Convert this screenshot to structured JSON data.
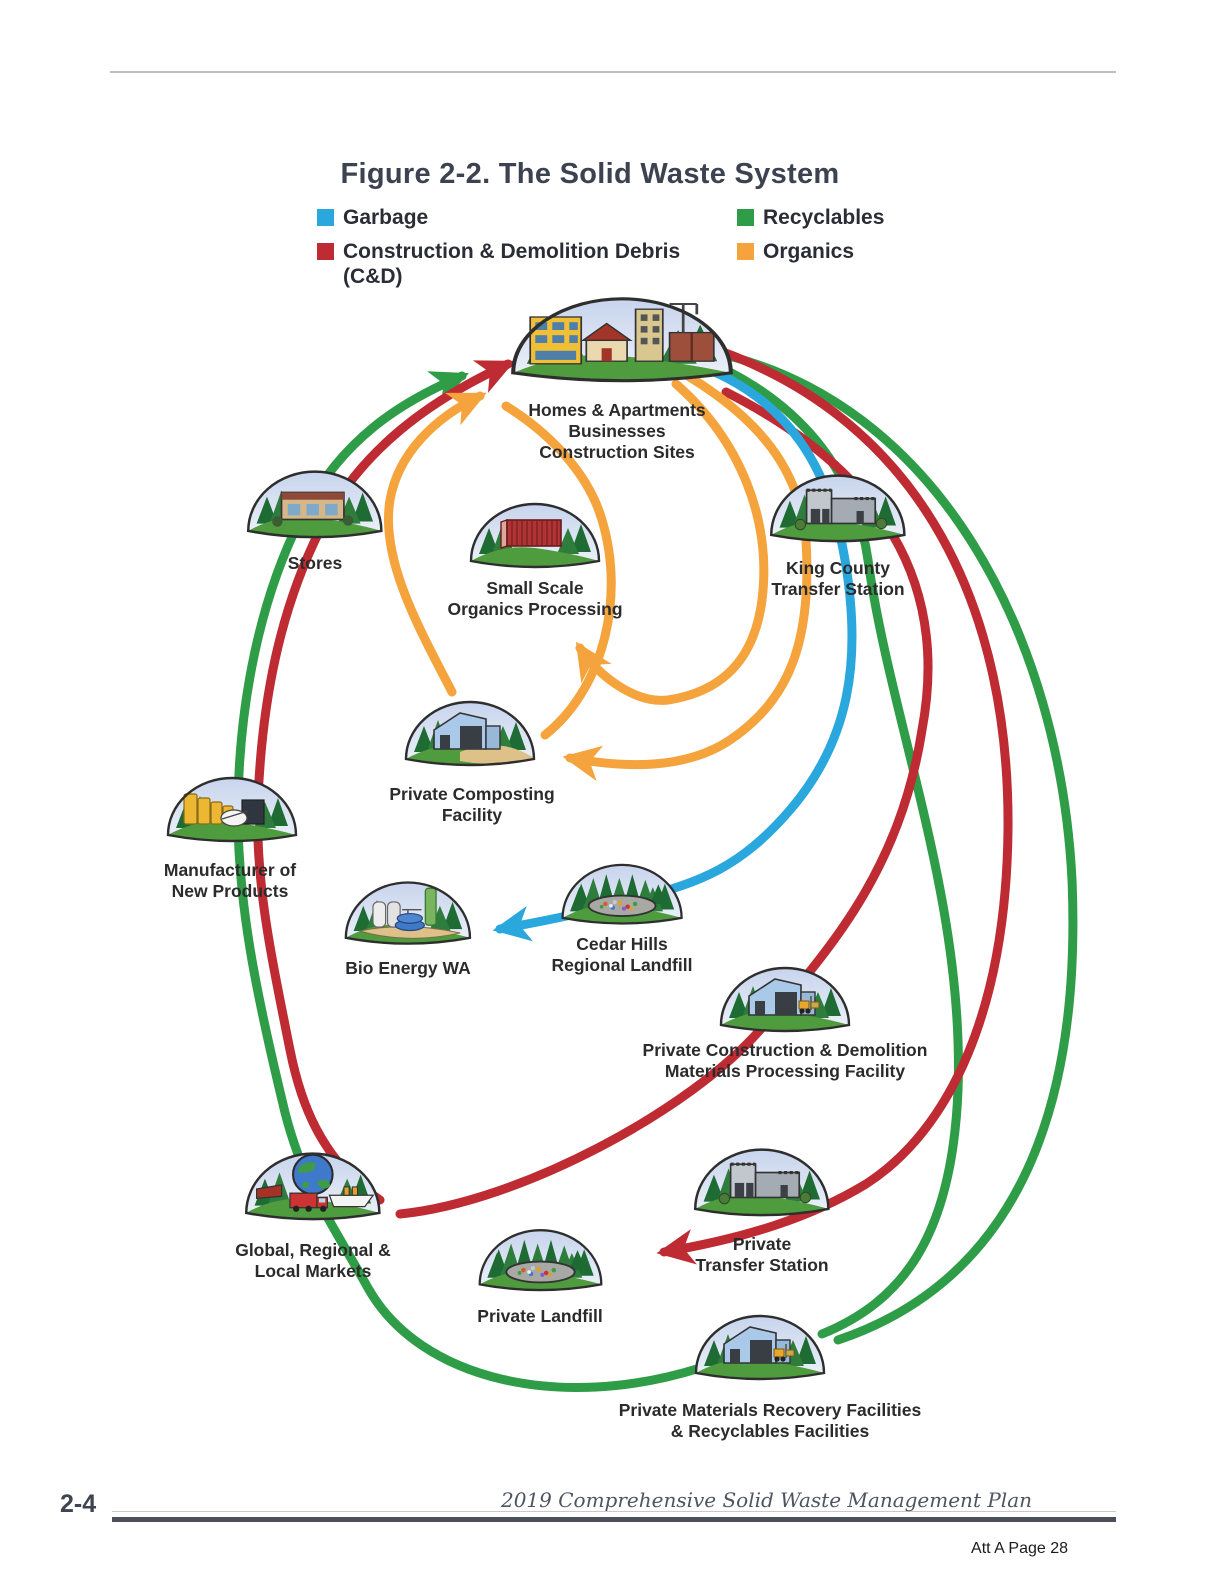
{
  "figure": {
    "title": "Figure 2-2. The Solid Waste System"
  },
  "legend": {
    "items": [
      {
        "label": "Garbage",
        "color": "#2aa7dc"
      },
      {
        "label": "Recyclables",
        "color": "#2f9d48"
      },
      {
        "label": "Construction & Demolition Debris\n(C&D)",
        "color": "#be2b33"
      },
      {
        "label": "Organics",
        "color": "#f5a33c"
      }
    ]
  },
  "nodes": [
    {
      "id": "homes",
      "icon": "homes-businesses-construction-icon",
      "label": "Homes & Apartments\nBusinesses\nConstruction Sites"
    },
    {
      "id": "stores",
      "icon": "store-building-icon",
      "label": "Stores"
    },
    {
      "id": "small-scale-organics",
      "icon": "organics-container-icon",
      "label": "Small Scale\nOrganics Processing"
    },
    {
      "id": "kc-transfer-station",
      "icon": "transfer-station-icon",
      "label": "King County\nTransfer Station"
    },
    {
      "id": "private-composting",
      "icon": "warehouse-icon",
      "label": "Private Composting\nFacility"
    },
    {
      "id": "manufacturer",
      "icon": "factory-rolls-icon",
      "label": "Manufacturer of\nNew Products"
    },
    {
      "id": "bio-energy-wa",
      "icon": "bioenergy-plant-icon",
      "label": "Bio Energy WA"
    },
    {
      "id": "cedar-hills-landfill",
      "icon": "landfill-icon",
      "label": "Cedar Hills\nRegional Landfill"
    },
    {
      "id": "private-cd-processing",
      "icon": "warehouse-forklift-icon",
      "label": "Private Construction & Demolition\nMaterials Processing Facility"
    },
    {
      "id": "global-markets",
      "icon": "globe-transport-icon",
      "label": "Global, Regional &\nLocal Markets"
    },
    {
      "id": "private-transfer-station",
      "icon": "transfer-station-icon",
      "label": "Private\nTransfer Station"
    },
    {
      "id": "private-landfill",
      "icon": "landfill-icon",
      "label": "Private Landfill"
    },
    {
      "id": "private-mrf",
      "icon": "warehouse-forklift-icon",
      "label": "Private Materials Recovery Facilities\n& Recyclables Facilities"
    }
  ],
  "flows": [
    {
      "category": "Recyclables",
      "color": "#2f9d48",
      "from": "Homes & Apartments Businesses Construction Sites",
      "to": "Private Materials Recovery Facilities & Recyclables Facilities"
    },
    {
      "category": "Recyclables",
      "color": "#2f9d48",
      "from": "King County Transfer Station",
      "to": "Private Materials Recovery Facilities & Recyclables Facilities"
    },
    {
      "category": "Recyclables",
      "color": "#2f9d48",
      "from": "Private Materials Recovery Facilities & Recyclables Facilities",
      "to": "Homes & Apartments Businesses Construction Sites",
      "via": "Global, Regional & Local Markets; Manufacturer of New Products; Stores"
    },
    {
      "category": "Construction & Demolition Debris (C&D)",
      "color": "#be2b33",
      "from": "Homes & Apartments Businesses Construction Sites",
      "to": "Private Landfill",
      "via": "Private Transfer Station"
    },
    {
      "category": "Construction & Demolition Debris (C&D)",
      "color": "#be2b33",
      "from": "Private Construction & Demolition Materials Processing Facility",
      "to": "Global, Regional & Local Markets"
    },
    {
      "category": "Construction & Demolition Debris (C&D)",
      "color": "#be2b33",
      "from": "Global, Regional & Local Markets",
      "to": "Homes & Apartments Businesses Construction Sites"
    },
    {
      "category": "Garbage",
      "color": "#2aa7dc",
      "from": "Homes & Apartments Businesses Construction Sites",
      "to": "Bio Energy WA",
      "via": "King County Transfer Station; Cedar Hills Regional Landfill"
    },
    {
      "category": "Organics",
      "color": "#f5a33c",
      "from": "Homes & Apartments Businesses Construction Sites",
      "to": "Private Composting Facility"
    },
    {
      "category": "Organics",
      "color": "#f5a33c",
      "from": "Homes & Apartments Businesses Construction Sites",
      "to": "Small Scale Organics Processing"
    },
    {
      "category": "Organics",
      "color": "#f5a33c",
      "from": "Private Composting Facility",
      "to": "Homes & Apartments Businesses Construction Sites"
    }
  ],
  "footer": {
    "page_number": "2-4",
    "doc_title": "2019 Comprehensive Solid Waste Management Plan",
    "attachment": "Att A Page 28"
  }
}
